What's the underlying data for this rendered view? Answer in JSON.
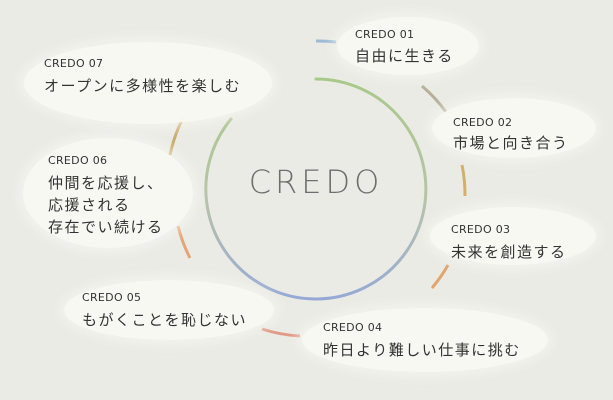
{
  "title": "CREDO",
  "credos": [
    {
      "label": "CREDO 01",
      "lines": [
        "自由に生きる"
      ]
    },
    {
      "label": "CREDO 02",
      "lines": [
        "市場と向き合う"
      ]
    },
    {
      "label": "CREDO 03",
      "lines": [
        "未来を創造する"
      ]
    },
    {
      "label": "CREDO 04",
      "lines": [
        "昨日より難しい仕事に挑む"
      ]
    },
    {
      "label": "CREDO 05",
      "lines": [
        "もがくことを恥じない"
      ]
    },
    {
      "label": "CREDO 06",
      "lines": [
        "仲間を応援し、",
        "応援される",
        "存在でい続ける"
      ]
    },
    {
      "label": "CREDO 07",
      "lines": [
        "オープンに多様性を楽しむ"
      ]
    }
  ],
  "colors": {
    "background": "#ebebe5",
    "blob": "#f8f8f4",
    "inner_ring_top": "#a9c98a",
    "inner_ring_bottom": "#96a9d6",
    "outer_ring": [
      "#9cbbd6",
      "#b6b09a",
      "#d3b06a",
      "#e2a56e",
      "#e09a86",
      "#e5a57a",
      "#c9ad6e"
    ]
  }
}
